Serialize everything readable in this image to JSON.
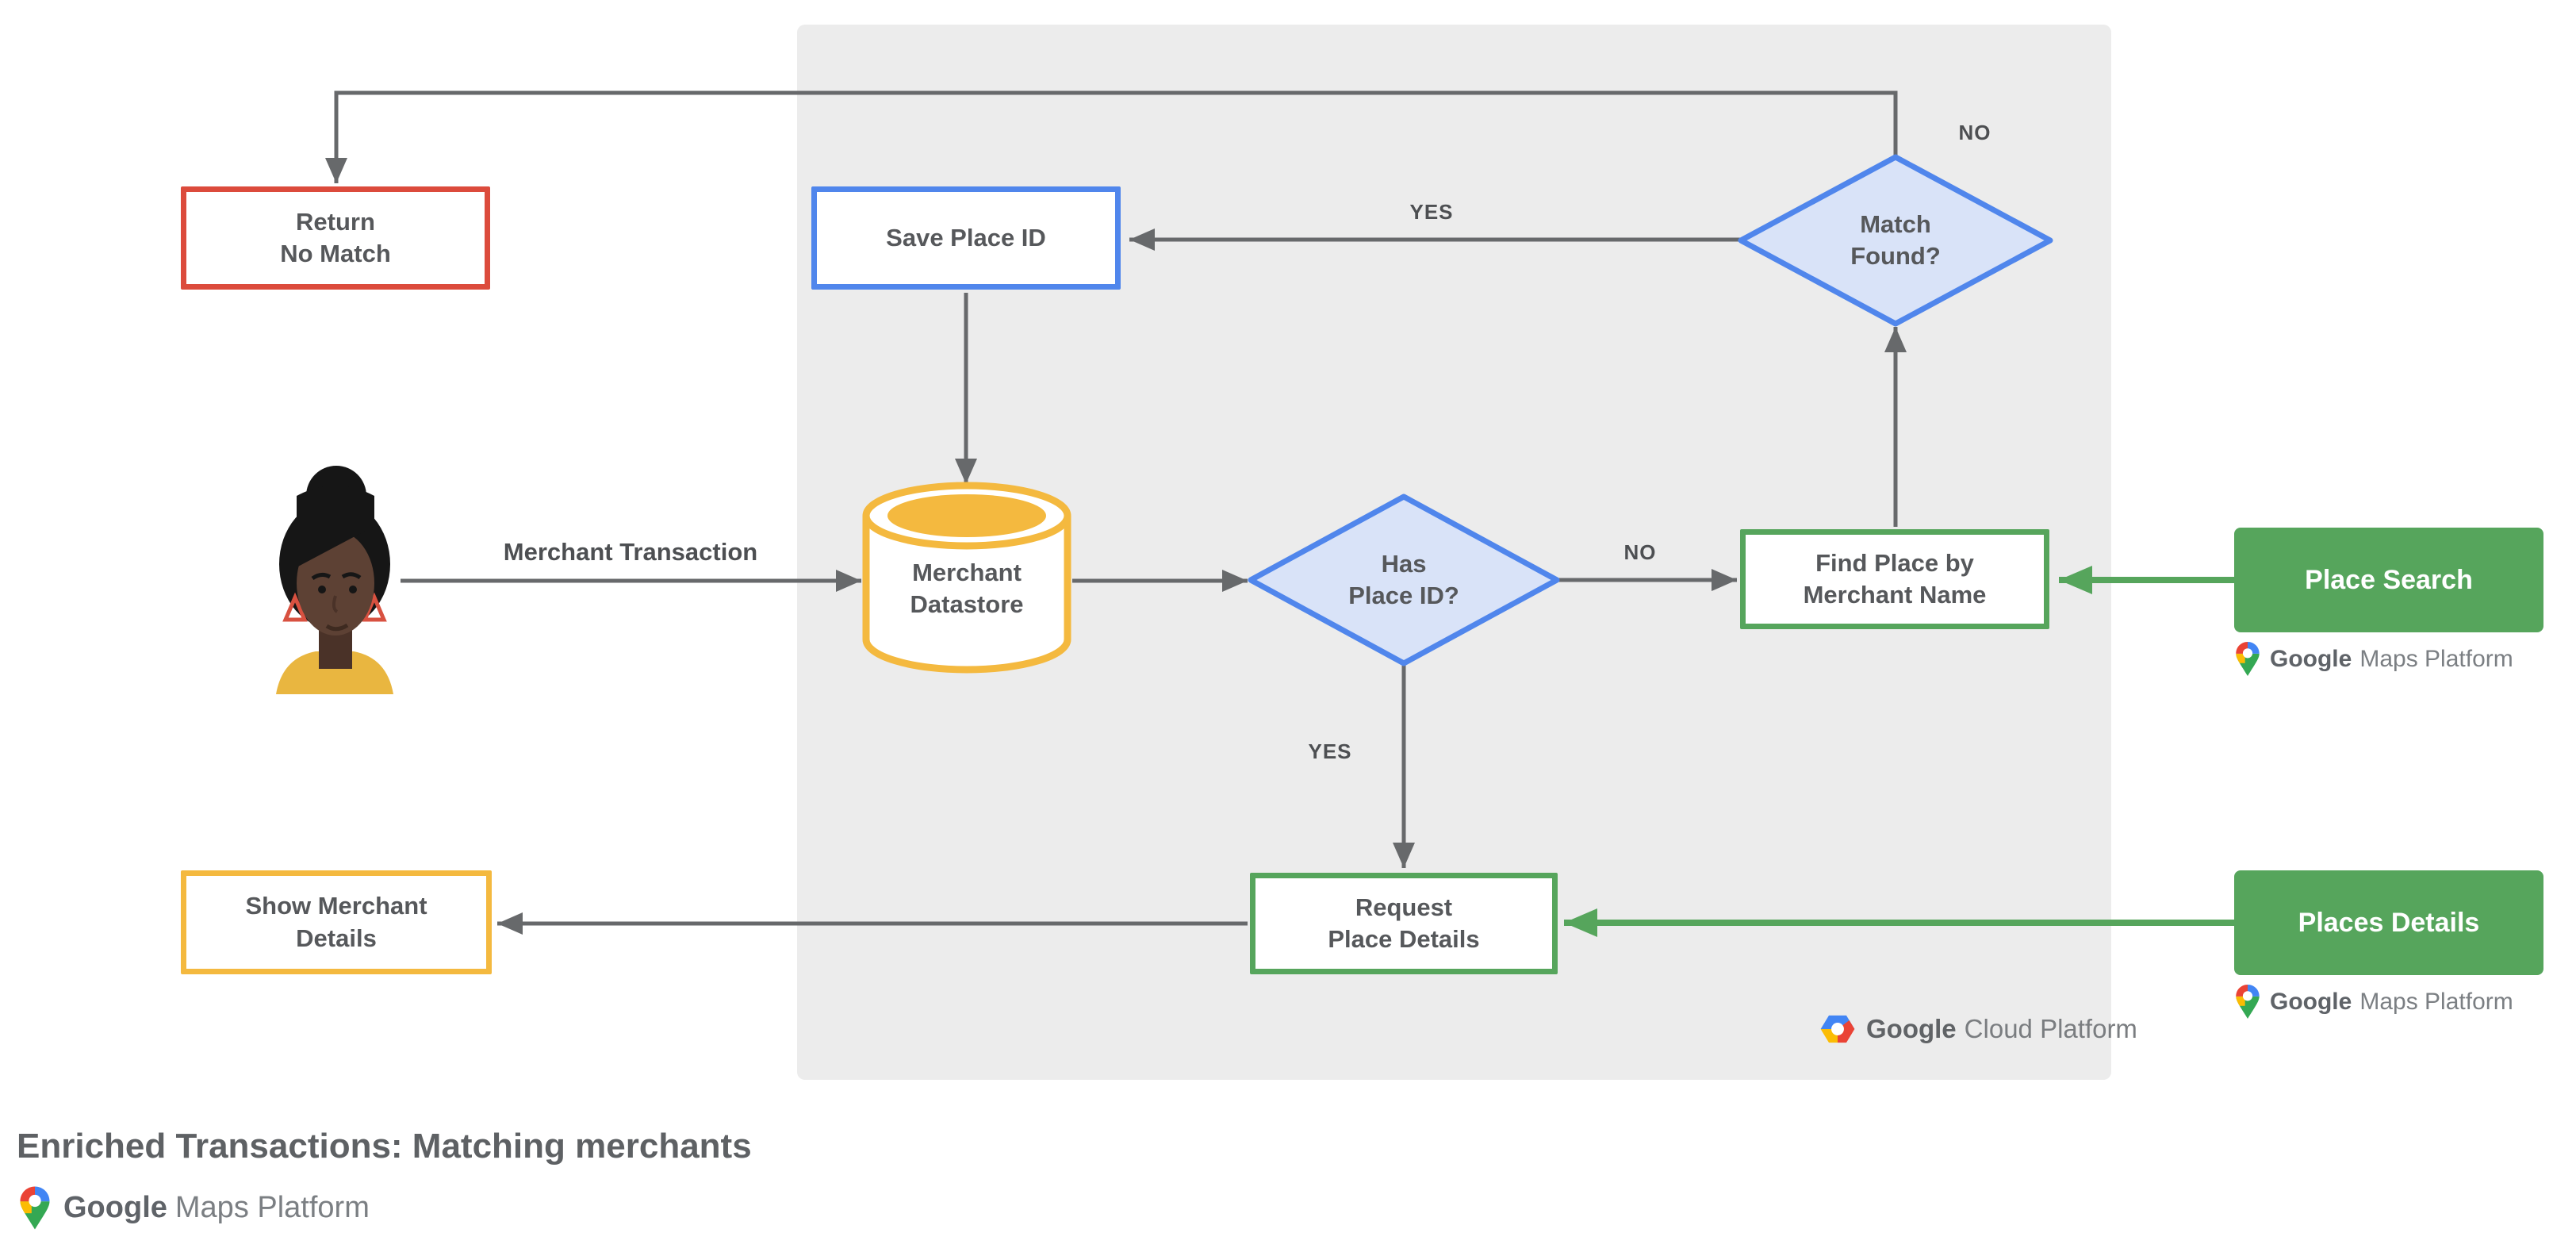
{
  "title": {
    "text": "Enriched Transactions: Matching merchants"
  },
  "nodes": {
    "return_no_match": "Return\nNo Match",
    "save_place_id": "Save Place ID",
    "match_found": "Match\nFound?",
    "merchant_datastore": "Merchant\nDatastore",
    "has_place_id": "Has\nPlace ID?",
    "find_place_by_merchant_name": "Find Place by\nMerchant Name",
    "place_search": "Place Search",
    "request_place_details": "Request\nPlace Details",
    "places_details": "Places Details",
    "show_merchant_details": "Show Merchant\nDetails"
  },
  "edge_labels": {
    "merchant_transaction": "Merchant Transaction",
    "match_found_yes": "YES",
    "match_found_no": "NO",
    "has_place_id_no": "NO",
    "has_place_id_yes": "YES"
  },
  "logos": {
    "google_maps_platform": {
      "google": "Google",
      "rest": "Maps Platform"
    },
    "google_cloud_platform": {
      "google": "Google",
      "rest": "Cloud Platform"
    }
  },
  "colors": {
    "red_border": "#DC4B3C",
    "blue_border": "#5086EC",
    "blue_fill": "#D9E3F8",
    "yellow_border": "#F4B93F",
    "green": "#56A55C",
    "arrow_gray": "#67696B",
    "panel_gray": "#ECECEC",
    "node_text_gray": "#56585B",
    "google_red": "#EA4335",
    "google_blue": "#4285F4",
    "google_yellow": "#FBBC04",
    "google_green": "#34A853"
  }
}
